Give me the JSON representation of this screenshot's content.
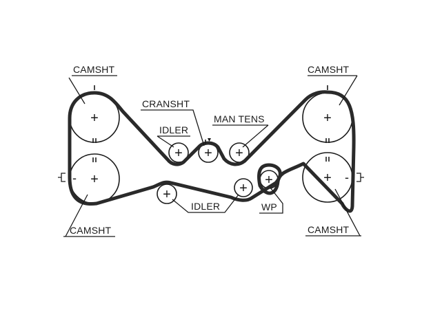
{
  "diagram": {
    "labels": {
      "camshaft_top_left": "CAMSHT",
      "camshaft_top_right": "CAMSHT",
      "camshaft_bottom_left": "CAMSHT",
      "camshaft_bottom_right": "CAMSHT",
      "crankshaft": "CRANSHT",
      "idler_upper": "IDLER",
      "idler_lower": "IDLER",
      "manual_tensioner": "MAN TENS",
      "water_pump": "WP"
    },
    "glyphs": {
      "plus": "+",
      "minus": "-"
    }
  }
}
